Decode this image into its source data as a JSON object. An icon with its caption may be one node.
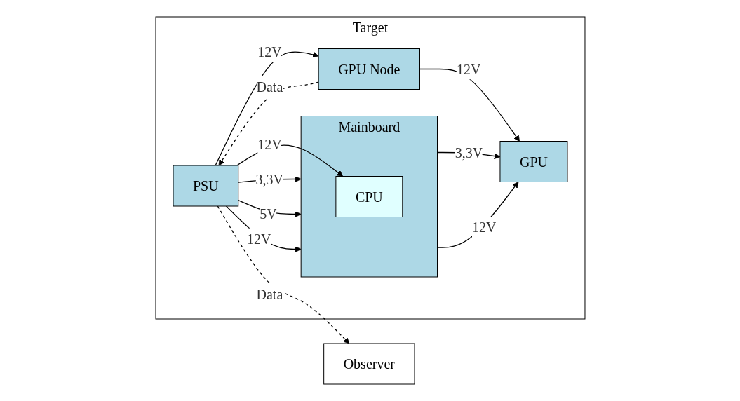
{
  "diagram": {
    "nodes": [
      {
        "text": [
          "Observer"
        ]
      },
      {
        "text": [
          "Target"
        ]
      },
      {
        "text": [
          "PSU"
        ],
        "in": 1
      },
      {
        "text": [
          "GPU Node"
        ],
        "in": 1
      },
      {
        "text": [
          "GPU"
        ],
        "in": 1
      },
      {
        "text": [
          "Mainboard"
        ],
        "in": 1
      },
      {
        "text": [
          "CPU"
        ],
        "in": 5
      }
    ],
    "edges": [
      {
        "from": 2,
        "to": 3,
        "arrow": "to",
        "label": "12V"
      },
      {
        "from": 3,
        "to": 4,
        "arrow": "to",
        "label": "12V"
      },
      {
        "from": 3,
        "to": 2,
        "arrow": "to",
        "label": "Data",
        "style": "dashed"
      },
      {
        "from": 2,
        "to": 0,
        "arrow": "to",
        "label": "Data",
        "style": "dashed"
      },
      {
        "from": 2,
        "to": 5,
        "arrow": "to",
        "label": "3,3V"
      },
      {
        "from": 2,
        "to": 5,
        "arrow": "to",
        "label": "5V"
      },
      {
        "from": 2,
        "to": 5,
        "arrow": "to",
        "label": "12V"
      },
      {
        "from": 2,
        "to": 6,
        "arrow": "to",
        "label": "12V"
      },
      {
        "from": 5,
        "to": 4,
        "arrow": "to",
        "label": "3,3V"
      },
      {
        "from": 5,
        "to": 4,
        "arrow": "to",
        "label": "12V"
      }
    ]
  }
}
